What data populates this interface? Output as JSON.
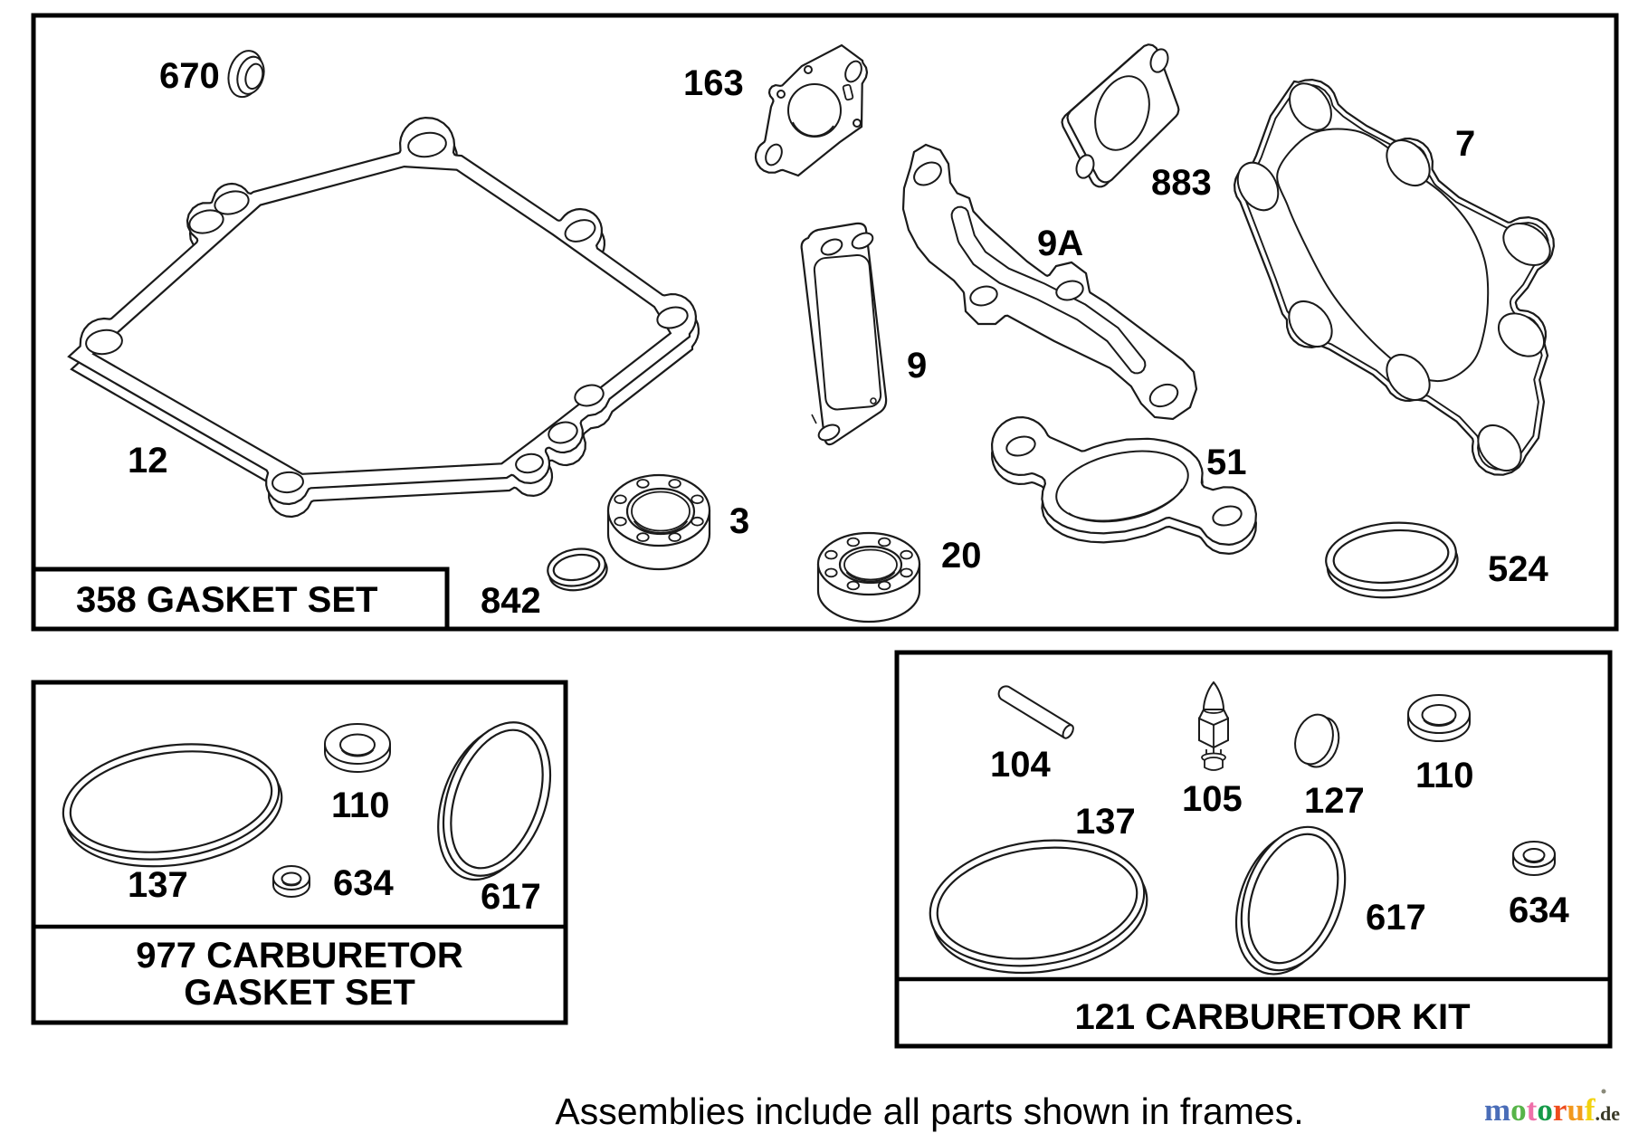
{
  "page": {
    "background": "#ffffff",
    "ink": "#000000"
  },
  "caption": "Assemblies include all parts shown in frames.",
  "frames": {
    "gasket_set": {
      "title": "358 GASKET SET",
      "parts": [
        {
          "ref": "670"
        },
        {
          "ref": "163"
        },
        {
          "ref": "883"
        },
        {
          "ref": "7"
        },
        {
          "ref": "9A"
        },
        {
          "ref": "9"
        },
        {
          "ref": "12"
        },
        {
          "ref": "3"
        },
        {
          "ref": "842"
        },
        {
          "ref": "20"
        },
        {
          "ref": "51"
        },
        {
          "ref": "524"
        }
      ]
    },
    "carburetor_gasket_set": {
      "title_line1": "977 CARBURETOR",
      "title_line2": "GASKET SET",
      "parts": [
        {
          "ref": "137"
        },
        {
          "ref": "110"
        },
        {
          "ref": "634"
        },
        {
          "ref": "617"
        }
      ]
    },
    "carburetor_kit": {
      "title": "121 CARBURETOR KIT",
      "parts": [
        {
          "ref": "104"
        },
        {
          "ref": "105"
        },
        {
          "ref": "127"
        },
        {
          "ref": "110"
        },
        {
          "ref": "137"
        },
        {
          "ref": "617"
        },
        {
          "ref": "634"
        }
      ]
    }
  },
  "watermark": {
    "letters": [
      {
        "ch": "m",
        "color": "#4a6db8"
      },
      {
        "ch": "o",
        "color": "#57b449"
      },
      {
        "ch": "t",
        "color": "#ef6fa9"
      },
      {
        "ch": "o",
        "color": "#159a49"
      },
      {
        "ch": "r",
        "color": "#ee4d1d"
      },
      {
        "ch": "u",
        "color": "#f2991d"
      },
      {
        "ch": "f",
        "color": "#f2d20e"
      }
    ],
    "suffix": ".de",
    "suffix_color": "#3a3a27"
  }
}
